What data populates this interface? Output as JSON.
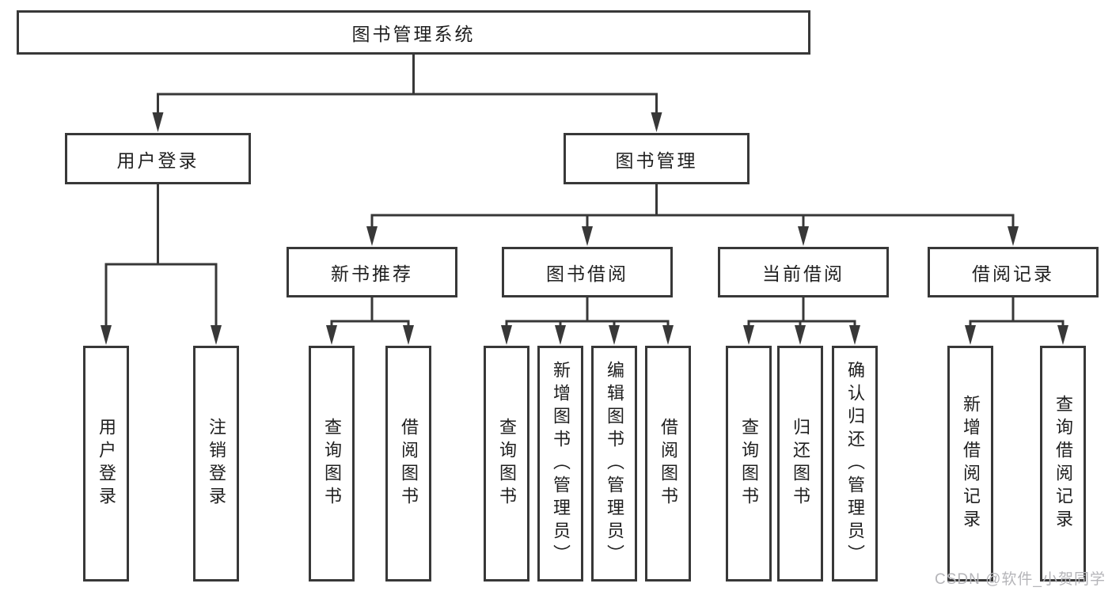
{
  "diagram": {
    "title": "图书管理系统",
    "level2": [
      "用户登录",
      "图书管理"
    ],
    "level3": [
      "新书推荐",
      "图书借阅",
      "当前借阅",
      "借阅记录"
    ],
    "leaves": [
      "用户登录",
      "注销登录",
      "查询图书",
      "借阅图书",
      "查询图书",
      "新增图书（管理员）",
      "编辑图书（管理员）",
      "借阅图书",
      "查询图书",
      "归还图书",
      "确认归还（管理员）",
      "新增借阅记录",
      "查询借阅记录"
    ]
  },
  "watermark": "CSDN @软件_小贺同学",
  "colors": {
    "line": "#383838",
    "box_border": "#383838",
    "box_fill": "#ffffff",
    "text": "#1f1f1f",
    "watermark": "#b5b5b9",
    "background": "#ffffff"
  }
}
